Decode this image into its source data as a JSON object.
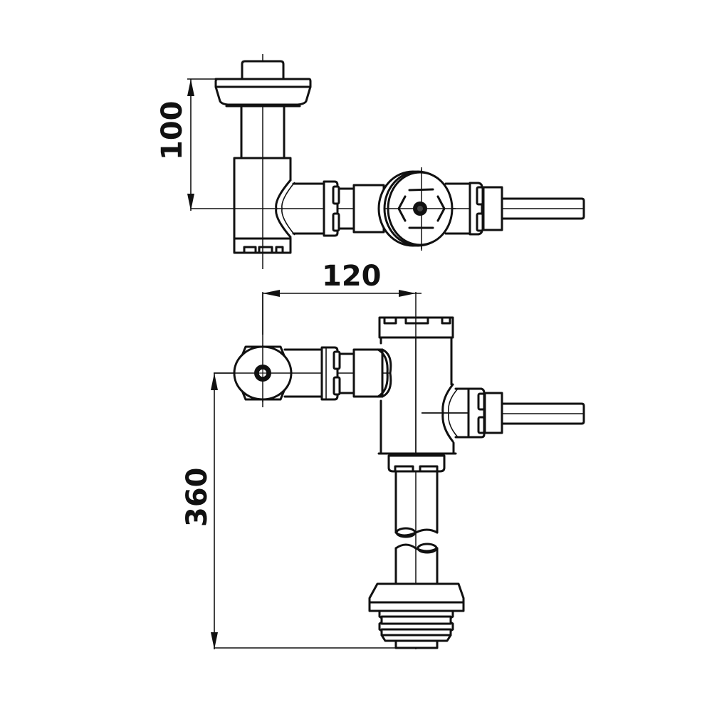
{
  "drawing": {
    "subject": "Exposed flush valve with vacuum breaker, technical line drawing (two views)",
    "line_color": "#111111",
    "background": "#ffffff",
    "views": [
      {
        "name": "top-view",
        "components": [
          "vacuum-breaker-cap",
          "riser-tube",
          "valve-body-elbow",
          "coupling-nut",
          "control-stop",
          "inlet-supply-pipe"
        ]
      },
      {
        "name": "front-view",
        "components": [
          "control-stop",
          "coupling-nut",
          "valve-body",
          "handle-connection",
          "handle-lever",
          "flush-tube",
          "spud-coupling-thread"
        ]
      }
    ]
  },
  "dimensions": {
    "top_view_height": {
      "value": "100",
      "orientation": "vertical"
    },
    "horizontal_offset": {
      "value": "120",
      "orientation": "horizontal"
    },
    "front_view_height": {
      "value": "360",
      "orientation": "vertical"
    }
  }
}
